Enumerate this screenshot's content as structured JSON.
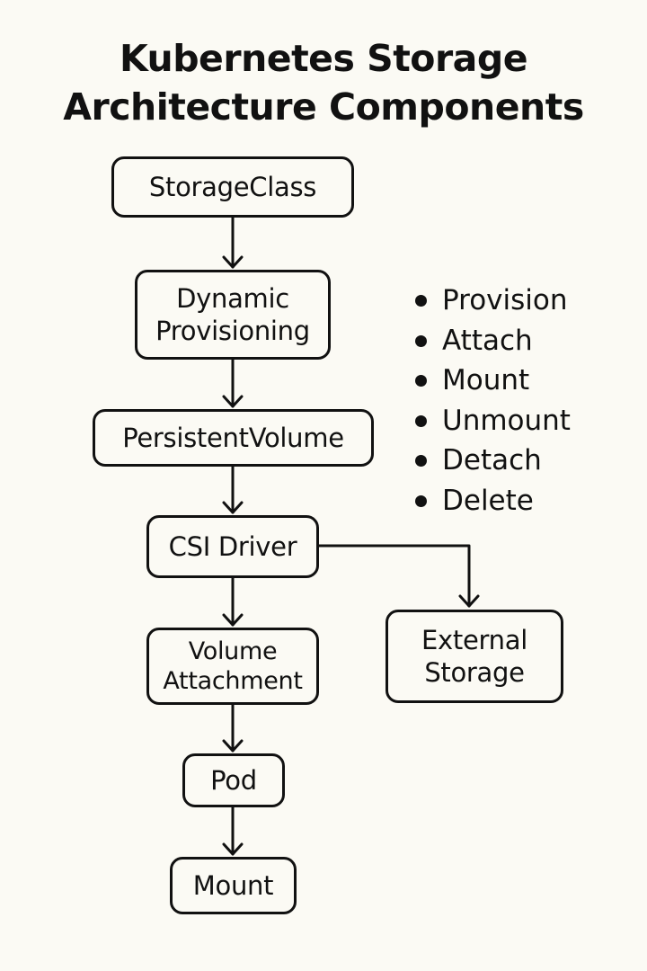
{
  "title": {
    "line1": "Kubernetes Storage",
    "line2": "Architecture Components"
  },
  "nodes": {
    "storageclass": {
      "lines": [
        "StorageClass"
      ]
    },
    "dynamic_provisioning": {
      "lines": [
        "Dynamic",
        "Provisioning"
      ]
    },
    "persistentvolume": {
      "lines": [
        "PersistentVolume"
      ]
    },
    "csi_driver": {
      "lines": [
        "CSI Driver"
      ]
    },
    "volume_attachment": {
      "lines": [
        "Volume",
        "Attachment"
      ]
    },
    "external_storage": {
      "lines": [
        "External",
        "Storage"
      ]
    },
    "pod": {
      "lines": [
        "Pod"
      ]
    },
    "mount": {
      "lines": [
        "Mount"
      ]
    }
  },
  "operations": [
    "Provision",
    "Attach",
    "Mount",
    "Unmount",
    "Detach",
    "Delete"
  ],
  "edges": [
    {
      "from": "StorageClass",
      "to": "Dynamic Provisioning"
    },
    {
      "from": "Dynamic Provisioning",
      "to": "PersistentVolume"
    },
    {
      "from": "PersistentVolume",
      "to": "CSI Driver"
    },
    {
      "from": "CSI Driver",
      "to": "Volume Attachment"
    },
    {
      "from": "CSI Driver",
      "to": "External Storage"
    },
    {
      "from": "Volume Attachment",
      "to": "Pod"
    },
    {
      "from": "Pod",
      "to": "Mount"
    }
  ],
  "colors": {
    "background": "#fbfaf4",
    "ink": "#111111"
  }
}
